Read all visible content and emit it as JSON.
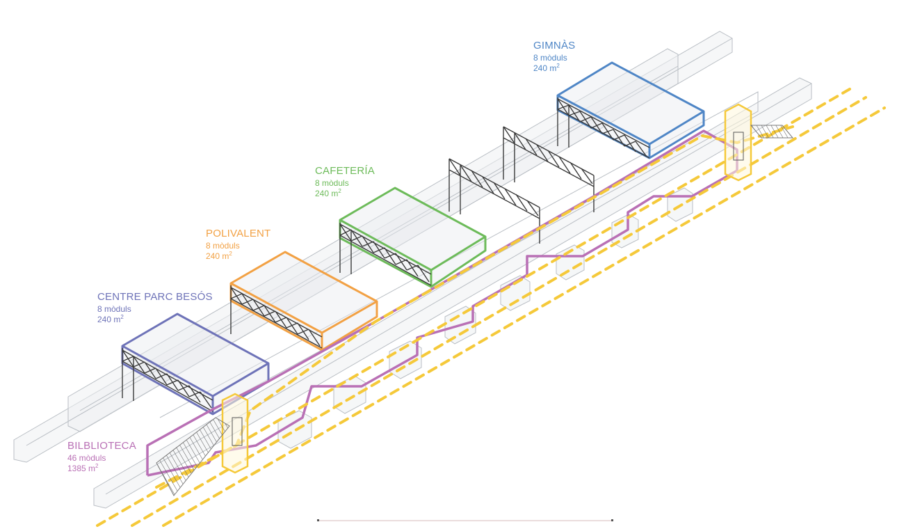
{
  "colors": {
    "gimnas": "#4f86c6",
    "cafeteria": "#6dbb5a",
    "polivalent": "#f2a144",
    "centre": "#6e73b8",
    "biblioteca": "#b970b5",
    "path": "#f5c93a",
    "truss": "#3a3a3a",
    "ghost": "#b9bec4"
  },
  "labels": {
    "gimnas": {
      "title": "GIMNÀS",
      "modules": "8 mòduls",
      "area": "240 m",
      "unit_sup": "2"
    },
    "cafeteria": {
      "title": "CAFETERÍA",
      "modules": "8 mòduls",
      "area": "240 m",
      "unit_sup": "2"
    },
    "polivalent": {
      "title": "POLIVALENT",
      "modules": "8 mòduls",
      "area": "240 m",
      "unit_sup": "2"
    },
    "centre": {
      "title": "CENTRE PARC BESÓS",
      "modules": "8 mòduls",
      "area": "240 m",
      "unit_sup": "2"
    },
    "biblioteca": {
      "title": "BILBLIOTECA",
      "modules": "46 mòduls",
      "area": "1385 m",
      "unit_sup": "2"
    }
  }
}
